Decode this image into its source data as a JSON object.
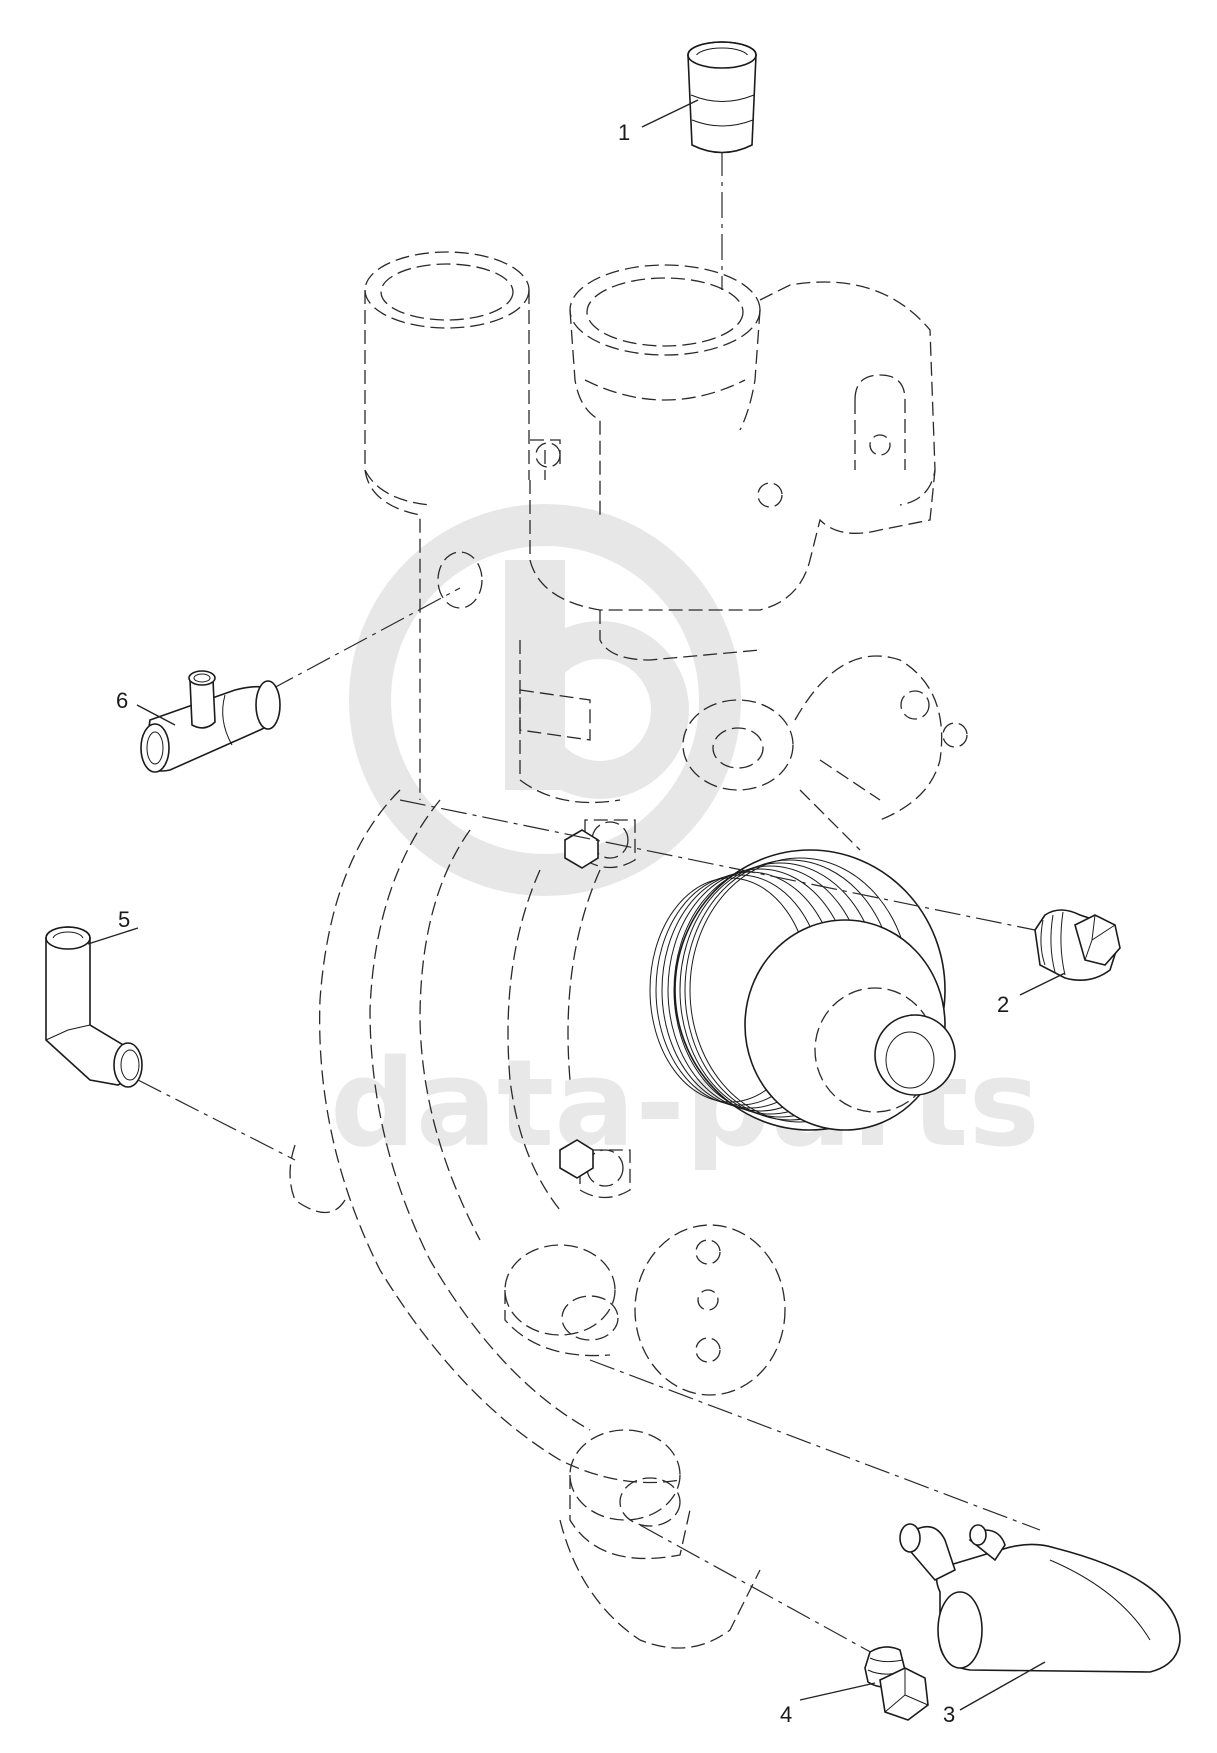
{
  "watermark": {
    "text": "data-parts"
  },
  "callouts": [
    {
      "id": "1",
      "label": "1"
    },
    {
      "id": "2",
      "label": "2"
    },
    {
      "id": "3",
      "label": "3"
    },
    {
      "id": "4",
      "label": "4"
    },
    {
      "id": "5",
      "label": "5"
    },
    {
      "id": "6",
      "label": "6"
    }
  ]
}
